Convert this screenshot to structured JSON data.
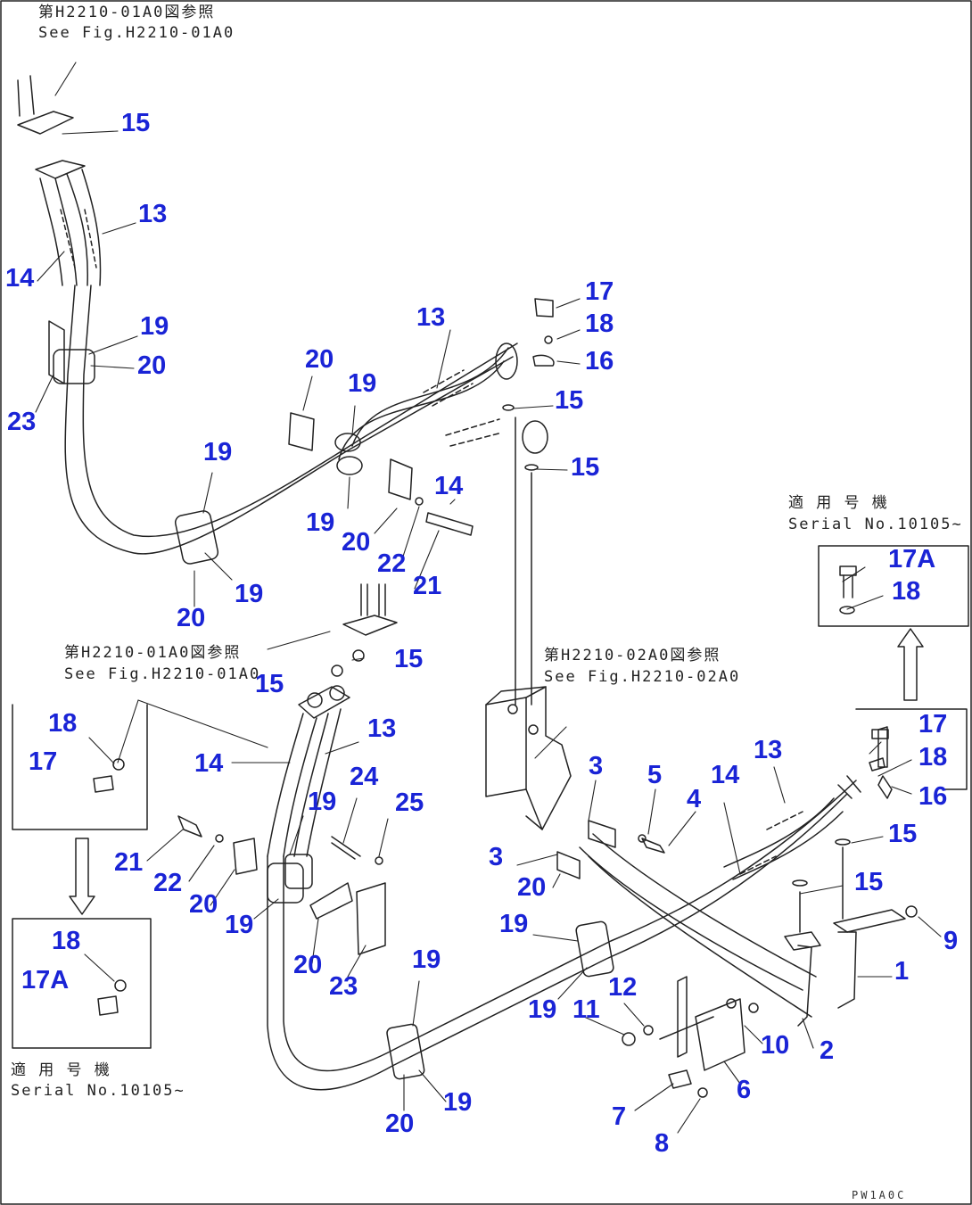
{
  "references": {
    "top": {
      "jp": "第H2210-01A0図参照",
      "en": "See Fig.H2210-01A0"
    },
    "mid_left": {
      "jp": "第H2210-01A0図参照",
      "en": "See Fig.H2210-01A0"
    },
    "mid_right": {
      "jp": "第H2210-02A0図参照",
      "en": "See Fig.H2210-02A0"
    }
  },
  "serial_notes": {
    "right": {
      "jp": "適 用 号 機",
      "en": "Serial No.10105~"
    },
    "left": {
      "jp": "適 用 号 機",
      "en": "Serial No.10105~"
    }
  },
  "drawing_code": "PW1A0C",
  "callouts": [
    {
      "id": "c1",
      "label": "15"
    },
    {
      "id": "c2",
      "label": "13"
    },
    {
      "id": "c3",
      "label": "14"
    },
    {
      "id": "c4",
      "label": "19"
    },
    {
      "id": "c5",
      "label": "20"
    },
    {
      "id": "c6",
      "label": "23"
    },
    {
      "id": "c7",
      "label": "19"
    },
    {
      "id": "c8",
      "label": "19"
    },
    {
      "id": "c9",
      "label": "20"
    },
    {
      "id": "c10",
      "label": "20"
    },
    {
      "id": "c11",
      "label": "19"
    },
    {
      "id": "c12",
      "label": "19"
    },
    {
      "id": "c13",
      "label": "20"
    },
    {
      "id": "c14",
      "label": "22"
    },
    {
      "id": "c15",
      "label": "21"
    },
    {
      "id": "c16",
      "label": "14"
    },
    {
      "id": "c17",
      "label": "13"
    },
    {
      "id": "c18",
      "label": "17"
    },
    {
      "id": "c19",
      "label": "18"
    },
    {
      "id": "c20",
      "label": "16"
    },
    {
      "id": "c21",
      "label": "15"
    },
    {
      "id": "c22",
      "label": "15"
    },
    {
      "id": "c23",
      "label": "17A"
    },
    {
      "id": "c24",
      "label": "18"
    },
    {
      "id": "c25",
      "label": "15"
    },
    {
      "id": "c26",
      "label": "15"
    },
    {
      "id": "c27",
      "label": "13"
    },
    {
      "id": "c28",
      "label": "14"
    },
    {
      "id": "c29",
      "label": "18"
    },
    {
      "id": "c30",
      "label": "17"
    },
    {
      "id": "c31",
      "label": "19"
    },
    {
      "id": "c32",
      "label": "24"
    },
    {
      "id": "c33",
      "label": "25"
    },
    {
      "id": "c34",
      "label": "21"
    },
    {
      "id": "c35",
      "label": "22"
    },
    {
      "id": "c36",
      "label": "20"
    },
    {
      "id": "c37",
      "label": "19"
    },
    {
      "id": "c38",
      "label": "20"
    },
    {
      "id": "c39",
      "label": "23"
    },
    {
      "id": "c40",
      "label": "18"
    },
    {
      "id": "c41",
      "label": "17A"
    },
    {
      "id": "c42",
      "label": "19"
    },
    {
      "id": "c43",
      "label": "19"
    },
    {
      "id": "c44",
      "label": "20"
    },
    {
      "id": "c45",
      "label": "19"
    },
    {
      "id": "c46",
      "label": "19"
    },
    {
      "id": "c47",
      "label": "11"
    },
    {
      "id": "c48",
      "label": "12"
    },
    {
      "id": "c49",
      "label": "3"
    },
    {
      "id": "c50",
      "label": "3"
    },
    {
      "id": "c51",
      "label": "20"
    },
    {
      "id": "c52",
      "label": "5"
    },
    {
      "id": "c53",
      "label": "4"
    },
    {
      "id": "c54",
      "label": "14"
    },
    {
      "id": "c55",
      "label": "13"
    },
    {
      "id": "c56",
      "label": "17"
    },
    {
      "id": "c57",
      "label": "18"
    },
    {
      "id": "c58",
      "label": "16"
    },
    {
      "id": "c59",
      "label": "15"
    },
    {
      "id": "c60",
      "label": "15"
    },
    {
      "id": "c61",
      "label": "9"
    },
    {
      "id": "c62",
      "label": "1"
    },
    {
      "id": "c63",
      "label": "10"
    },
    {
      "id": "c64",
      "label": "2"
    },
    {
      "id": "c65",
      "label": "6"
    },
    {
      "id": "c66",
      "label": "7"
    },
    {
      "id": "c67",
      "label": "8"
    }
  ]
}
